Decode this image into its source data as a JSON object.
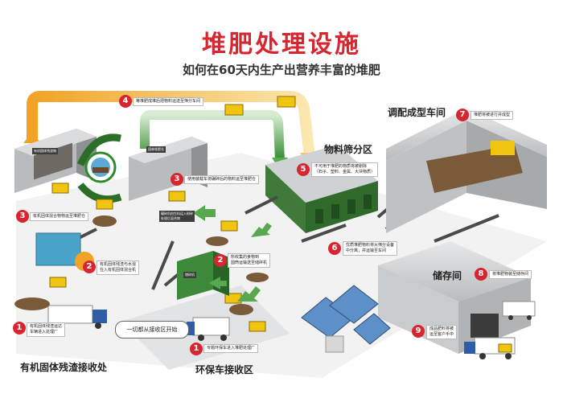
{
  "header": {
    "title": "堆肥处理设施",
    "subtitle": "如何在60天内生产出营养丰富的堆肥"
  },
  "zones": {
    "screening": "物料筛分区",
    "molding": "调配成型车间",
    "storage": "储存间",
    "organic_receiving": "有机固体残渣接收处",
    "truck_receiving": "环保车接收区"
  },
  "bubble": "一切都从接收区开始",
  "steps": [
    {
      "number": "1",
      "text": "有机固体残渣运达\n车辆进入处理厂"
    },
    {
      "number": "1",
      "text": "专题环保车进入堆肥处理厂"
    },
    {
      "number": "2",
      "text": "有机固体残渣与水混\n在入有机固体混合机"
    },
    {
      "number": "2",
      "text": "所收集的食物到\n圆筒运输送至储碎机"
    },
    {
      "number": "3",
      "text": "有机固体混合物物运至堆肥仓"
    },
    {
      "number": "3",
      "text": "使用装载车将碾碎后的物料运至堆肥仓"
    },
    {
      "number": "4",
      "text": "等堆肥成堆后把物料运送至筛分车间"
    },
    {
      "number": "5",
      "text": "不可用于堆肥的物质将被剔除\n（石子、塑料、金属、大块物质）"
    },
    {
      "number": "6",
      "text": "优质堆肥物料将从筛分设备\n中分离，并运输至车间"
    },
    {
      "number": "7",
      "text": "堆肥将被进行并成型"
    },
    {
      "number": "8",
      "text": "将堆肥物装至储存间"
    },
    {
      "number": "9",
      "text": "成品肥料将被\n运至客户手中"
    }
  ],
  "signs": {
    "compost_bin_a": "有机固体残渣物",
    "compost_bin_b": "园林堆肥仓",
    "mixer_panel": "碾碎机由生料运入粉碎\n处理后混合物",
    "mixer_box": "储碎机"
  },
  "colors": {
    "title_red": "#d7262f",
    "arrow_orange": "#f7a824",
    "arrow_green": "#2f8a2c",
    "floor_gray": "#e4e5e6",
    "building_gray": "#c9ccce"
  },
  "icon": "recycle-loop-icon"
}
